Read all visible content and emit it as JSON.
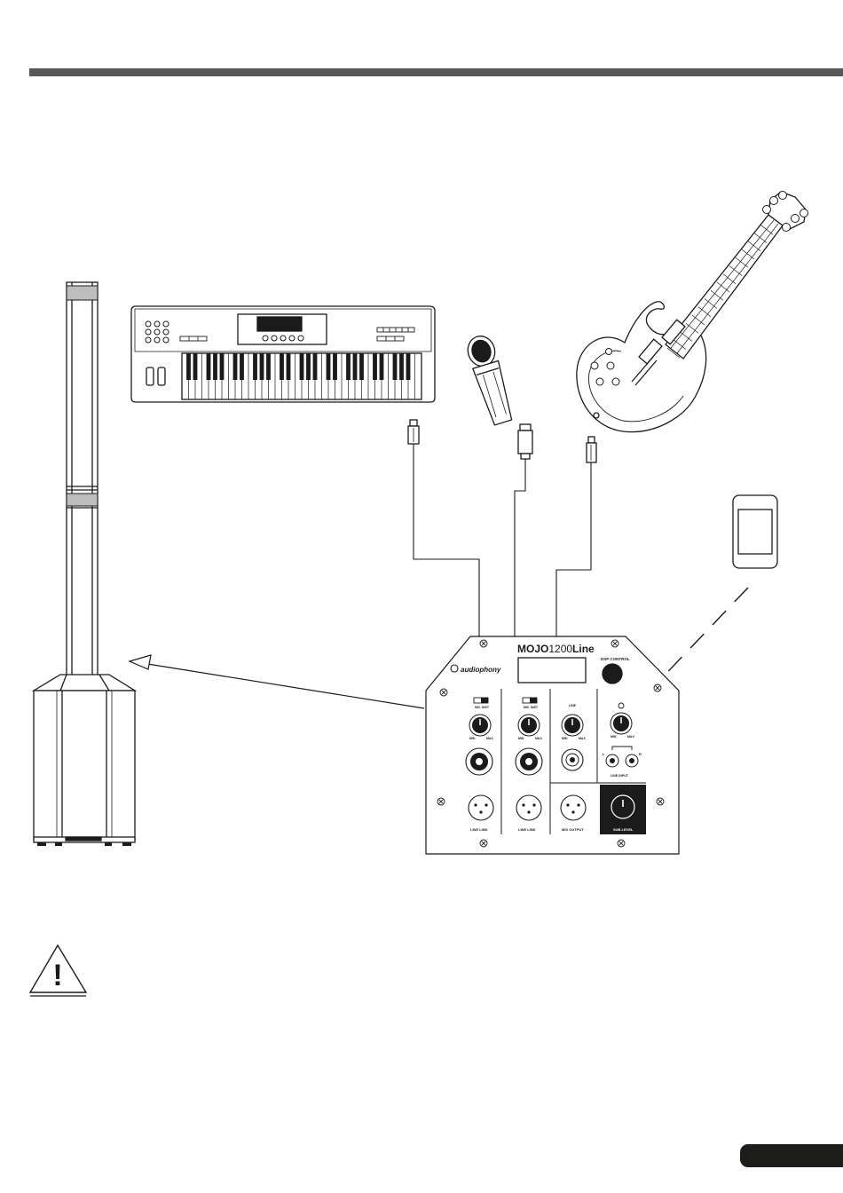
{
  "mixer": {
    "model_bold": "MOJO",
    "model_num": "1200",
    "model_line": "Line",
    "brand": "audiophony",
    "dsp_label": "DSP CONTROL",
    "switch_mic": "MIC",
    "switch_inst": "INST",
    "switch_line": "LINE",
    "knob_min": "MIN",
    "knob_max": "MAX",
    "line_in_left": "L",
    "line_in_right": "R",
    "line_input_label": "LINE INPUT",
    "line_link_1": "LINE LINK",
    "line_link_2": "LINE LINK",
    "mix_output": "MIX OUTPUT",
    "sub_level": "SUB LEVEL"
  },
  "warning_symbol": "!",
  "colors": {
    "rule": "#58585a",
    "ink": "#1b1b1b",
    "tab": "#1d1d1b"
  }
}
